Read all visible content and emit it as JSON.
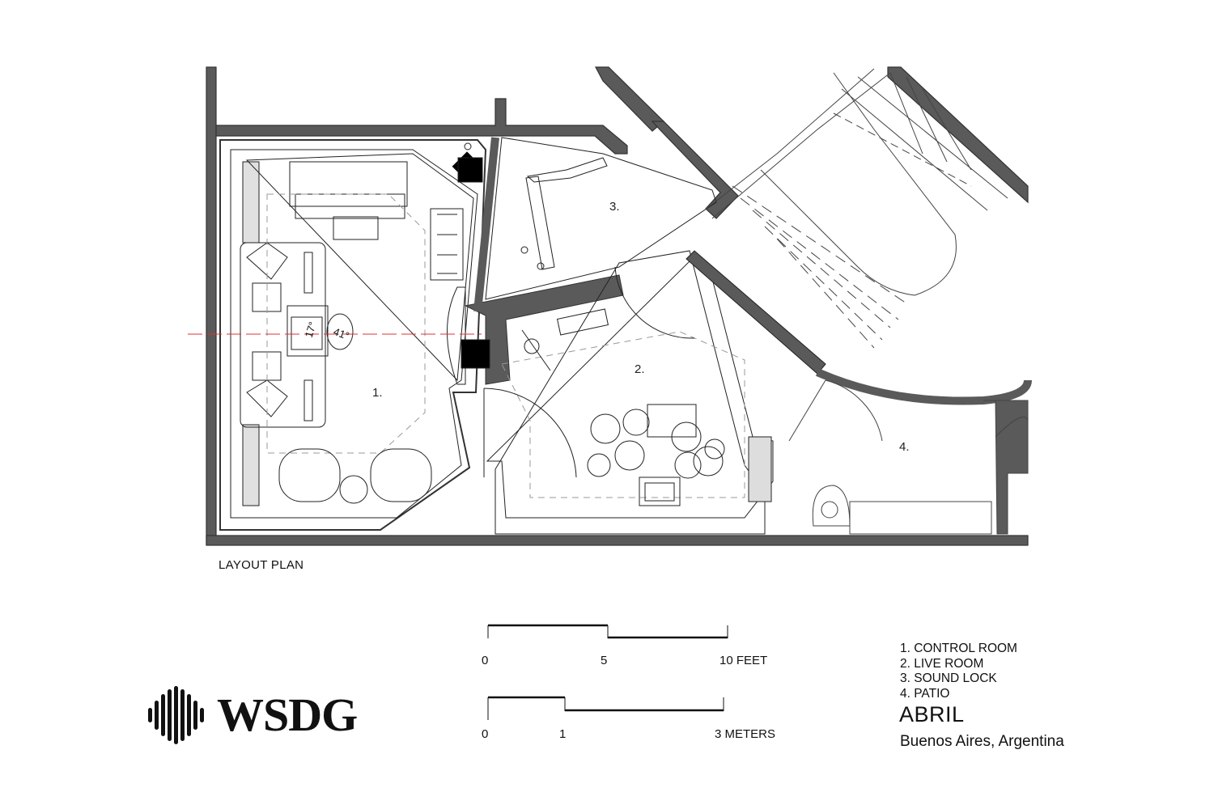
{
  "drawing": {
    "caption": "LAYOUT PLAN",
    "room_numbers": {
      "control_room": "1.",
      "live_room": "2.",
      "sound_lock": "3.",
      "patio": "4."
    },
    "angle_labels": [
      "17°",
      "41°"
    ]
  },
  "scales": {
    "feet": {
      "ticks": [
        "0",
        "5",
        "10 FEET"
      ]
    },
    "meters": {
      "ticks": [
        "0",
        "1",
        "3 METERS"
      ]
    }
  },
  "legend": {
    "items": [
      "1. CONTROL ROOM",
      "2. LIVE ROOM",
      "3. SOUND LOCK",
      "4. PATIO"
    ]
  },
  "project": {
    "name": "ABRIL",
    "location": "Buenos Aires, Argentina"
  },
  "brand": {
    "logo_text": "WSDG",
    "icon": "sound-wave-logo-icon"
  },
  "colors": {
    "wall": "#555555",
    "line": "#222222",
    "axis": "#e03030",
    "background": "#ffffff"
  }
}
